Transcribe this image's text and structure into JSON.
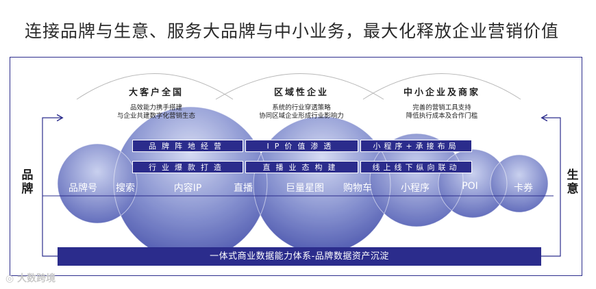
{
  "title": "连接品牌与生意、服务大品牌与中小业务，最大化释放企业营销价值",
  "segments": [
    {
      "title": "大客户全国",
      "desc": [
        "品效能力携手搭建",
        "与企业共建数字化营销生态"
      ]
    },
    {
      "title": "区域性企业",
      "desc": [
        "系统的行业穿透策略",
        "协同区域企业形成行业影响力"
      ]
    },
    {
      "title": "中小企业及商家",
      "desc": [
        "完善的营销工具支持",
        "降低执行成本及合作门槛"
      ]
    }
  ],
  "tags": [
    "品牌阵地经营",
    "行业爆款打造",
    "IP价值渗透",
    "直播业态构建",
    "小程序+承接布局",
    "线上线下纵向联动"
  ],
  "side_left": [
    "品",
    "牌"
  ],
  "side_right": [
    "生",
    "意"
  ],
  "nodes": [
    "品牌号",
    "搜索",
    "内容IP",
    "直播",
    "巨量星图",
    "购物车",
    "小程序",
    "POI",
    "卡券"
  ],
  "bottom_bar": "一体式商业数据能力体系-品牌数据资产沉淀",
  "watermark": "大数跨境",
  "colors": {
    "primary": "#2b2c8c",
    "circle_light": "#c9cfee",
    "circle_dark": "#3f4aa8"
  }
}
